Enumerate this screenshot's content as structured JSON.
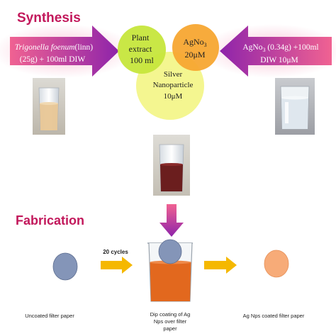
{
  "synthesis": {
    "heading": "Synthesis",
    "left_arrow": {
      "line1_italic": "Trigonella foenum",
      "line1_rest": "(linn)",
      "line2": "(25g) + 100ml DIW"
    },
    "right_arrow": {
      "line1_a": "AgNo",
      "line1_sub": "3",
      "line1_b": " (0.34g) +100ml",
      "line2": "DIW 10μM"
    },
    "circle_plant": {
      "line1": "Plant",
      "line2": "extract",
      "line3": "100 ml"
    },
    "circle_agno3": {
      "line1_a": "AgNo",
      "line1_sub": "3",
      "line2": "20μM"
    },
    "circle_silver": {
      "line1": "Silver",
      "line2": "Nanoparticle",
      "line3": "10μM"
    }
  },
  "fabrication": {
    "heading": "Fabrication",
    "cycles_label": "20 cycles",
    "caption_uncoated": "Uncoated filter paper",
    "caption_dip": {
      "line1": "Dip coating of Ag",
      "line2": "Nps over filter",
      "line3": "paper"
    },
    "caption_coated": "Ag Nps coated filter paper"
  },
  "colors": {
    "heading": "#c2185b",
    "arrow_purple": "#8e24aa",
    "arrow_pink": "#ec407a",
    "circle_green": "#c6e63c",
    "circle_orange": "#f7a632",
    "circle_yellow": "#f3f58a",
    "fabric_arrow_yellow": "#f5b800",
    "filter_uncoated": "#8495b8",
    "filter_coated": "#f7ab78",
    "beaker_liquid": "#e2681e",
    "extract_liquid": "#e8c695",
    "silver_solution": "#6b1e1e"
  }
}
